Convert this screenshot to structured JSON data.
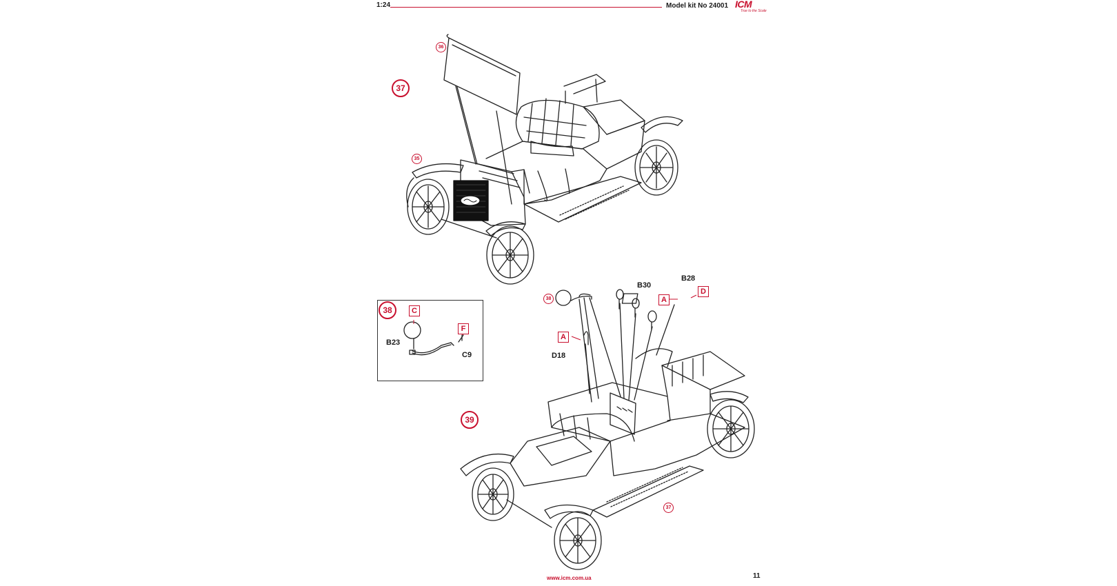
{
  "header": {
    "scale": "1:24",
    "kit": "Model kit No 24001",
    "logo": "ICM",
    "logo_tagline": "True to the Scale",
    "accent_color": "#c8102e"
  },
  "steps": {
    "s37": "37",
    "s38": "38",
    "s39": "39"
  },
  "refs": {
    "r36": "36",
    "r35": "35",
    "r38": "38",
    "r37": "37"
  },
  "parts": {
    "b30": "B30",
    "b28": "B28",
    "d18": "D18",
    "b23": "B23",
    "c9": "C9"
  },
  "marks": {
    "a1": "A",
    "d": "D",
    "a2": "A",
    "c": "C",
    "f": "F"
  },
  "footer": {
    "url": "www.icm.com.ua",
    "page": "11"
  }
}
